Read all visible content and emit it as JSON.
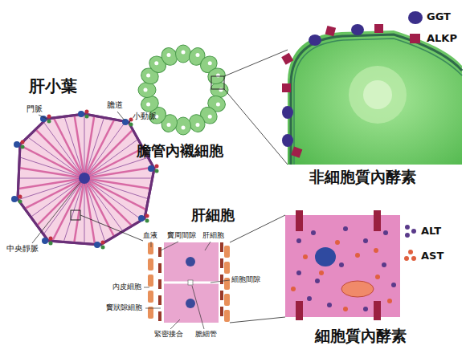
{
  "diagram": {
    "labels": [
      "肝小葉",
      "門脈",
      "膽道",
      "小動脈",
      "中央靜脈",
      "膽管內襯細胞",
      "非細胞質內酵素",
      "肝細胞",
      "血液",
      "竇周間隙",
      "肝細胞",
      "內皮細胞",
      "細胞間隙",
      "竇狀隙細胞",
      "緊密接合",
      "膽細管",
      "細胞質內酵素"
    ],
    "legend": [
      {
        "text": "GGT"
      },
      {
        "text": "ALKP"
      },
      {
        "text": "ALT"
      },
      {
        "text": "AST"
      }
    ]
  }
}
